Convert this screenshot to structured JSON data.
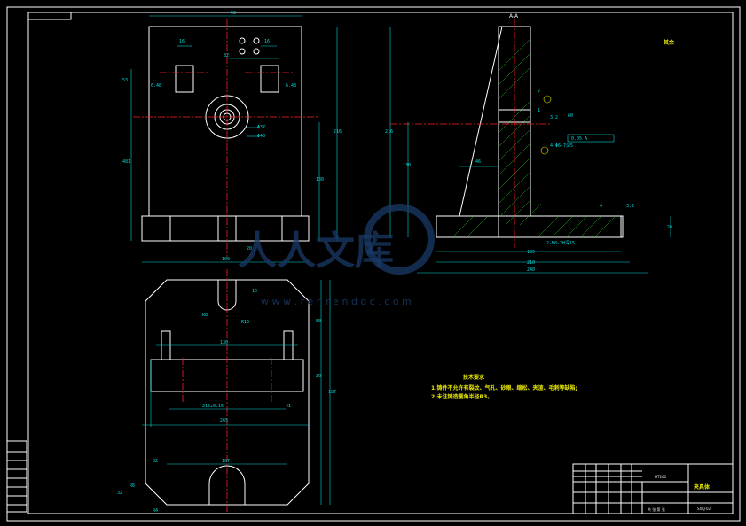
{
  "watermark": {
    "text": "人人文库",
    "url": "w w w . r e n r e n d o c . c o m"
  },
  "section_label": "A-A",
  "roughness_note": "其余",
  "front_view": {
    "dims": [
      "58",
      "16",
      "16",
      "82",
      "53",
      "6.48",
      "6.48",
      "Φ37",
      "Φ48",
      "481",
      "216",
      "130",
      "20",
      "100"
    ]
  },
  "section_view": {
    "dims": [
      "216",
      "130",
      "46",
      "2",
      "60",
      "1",
      "4",
      "3.2",
      "3.2",
      "20",
      "135",
      "210",
      "240",
      "4-Φ6-7深5",
      "2-M8-7H深15"
    ],
    "tolerance_box": "0.05 A"
  },
  "top_view": {
    "dims": [
      "15",
      "R8",
      "R16",
      "130",
      "50",
      "20",
      "187",
      "216±0.15",
      "41",
      "265",
      "32",
      "107",
      "R6",
      "32",
      "R4"
    ]
  },
  "tech_req": {
    "title": "技术要求",
    "lines": [
      "1.铸件不允许有裂纹、气孔、砂眼、缩松、夹渣、毛刺等缺陷;",
      "2.未注铸造圆角半径R3。"
    ]
  },
  "title_block": {
    "material": "HT200",
    "name": "夹具体",
    "code": "SXLJ-02",
    "sheet": "共 张 第 张"
  }
}
